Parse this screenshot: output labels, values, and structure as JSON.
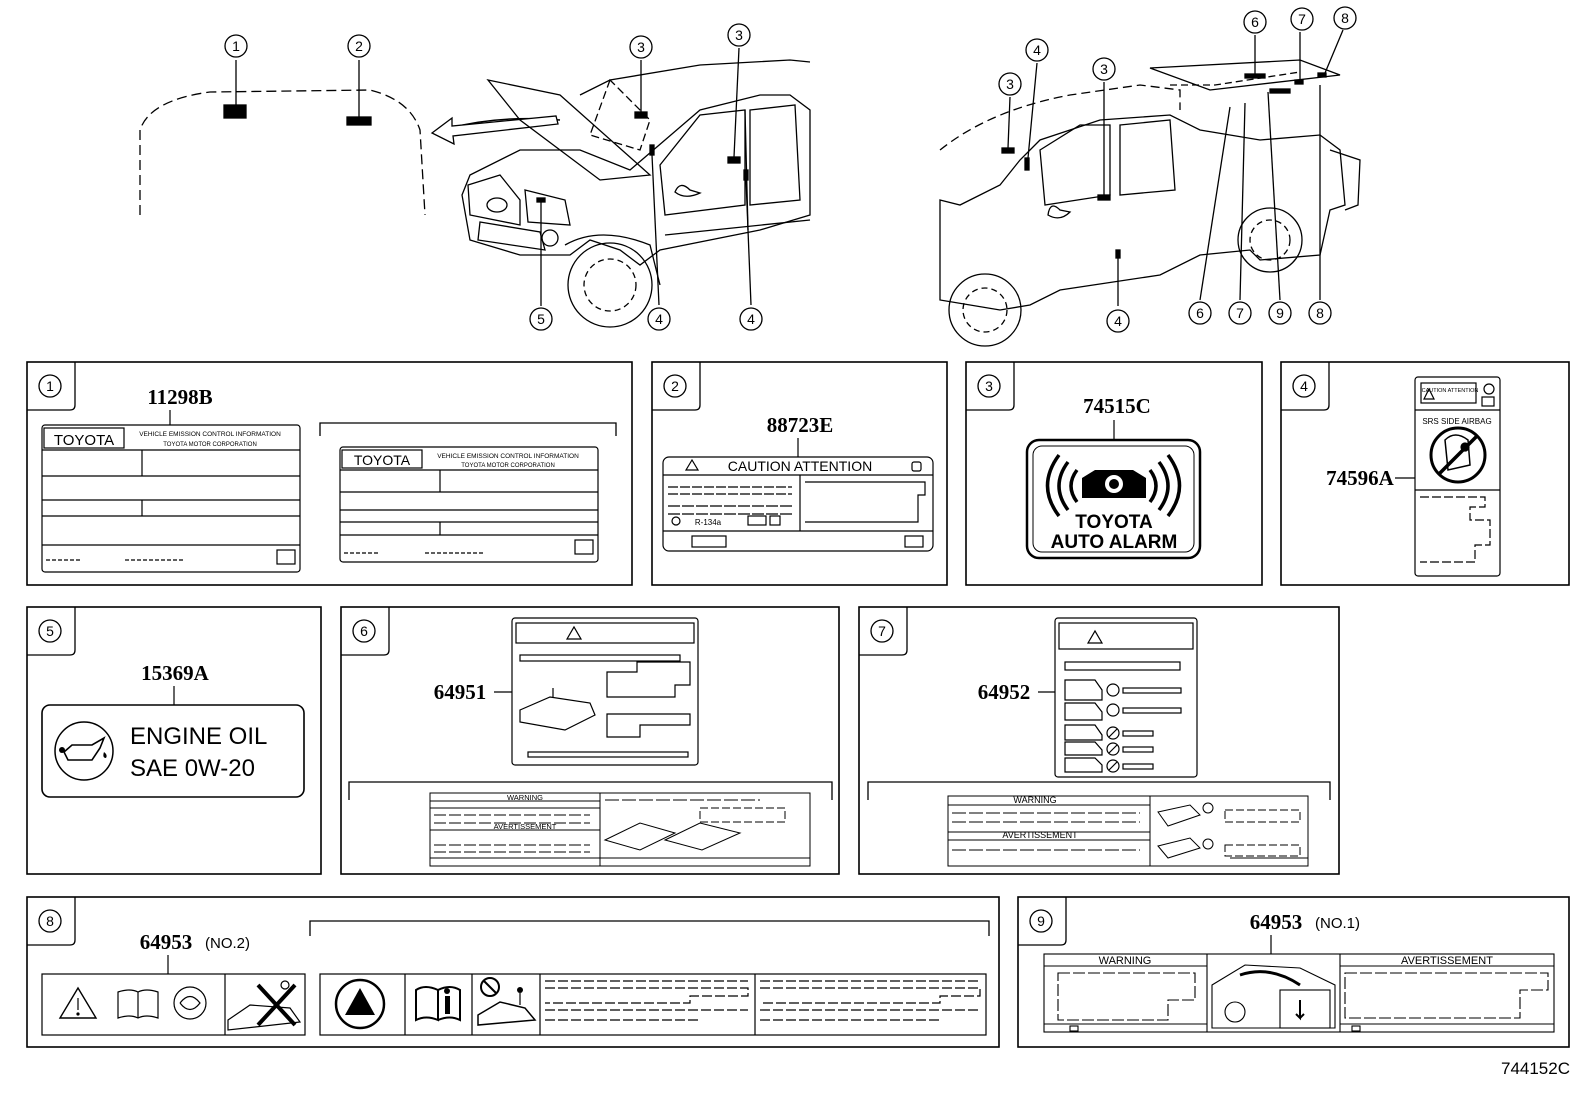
{
  "diagram": {
    "drawing_id": "744152C",
    "callout_numbers": [
      "1",
      "2",
      "3",
      "4",
      "5",
      "6",
      "7",
      "8",
      "9"
    ],
    "panels": [
      {
        "num": "1",
        "part": "11298B",
        "label_texts": {
          "brand": "TOYOTA",
          "line1": "VEHICLE EMISSION CONTROL INFORMATION",
          "line2": "TOYOTA MOTOR CORPORATION"
        }
      },
      {
        "num": "2",
        "part": "88723E",
        "label_texts": {
          "header": "CAUTION ATTENTION",
          "refrigerant": "R-134a"
        }
      },
      {
        "num": "3",
        "part": "74515C",
        "label_texts": {
          "line1": "TOYOTA",
          "line2": "AUTO ALARM"
        }
      },
      {
        "num": "4",
        "part": "74596A",
        "label_texts": {
          "caution": "CAUTION ATTENTION",
          "airbag": "SRS SIDE AIRBAG"
        }
      },
      {
        "num": "5",
        "part": "15369A",
        "label_texts": {
          "line1": "ENGINE OIL",
          "line2": "SAE 0W-20"
        }
      },
      {
        "num": "6",
        "part": "64951",
        "label_texts": {
          "warning": "WARNING",
          "avertissement": "AVERTISSEMENT"
        }
      },
      {
        "num": "7",
        "part": "64952",
        "label_texts": {
          "warning": "WARNING",
          "avertissement": "AVERTISSEMENT"
        }
      },
      {
        "num": "8",
        "part": "64953",
        "suffix": "(NO.2)"
      },
      {
        "num": "9",
        "part": "64953",
        "suffix": "(NO.1)",
        "label_texts": {
          "warning": "WARNING",
          "avertissement": "AVERTISSEMENT"
        }
      }
    ]
  }
}
